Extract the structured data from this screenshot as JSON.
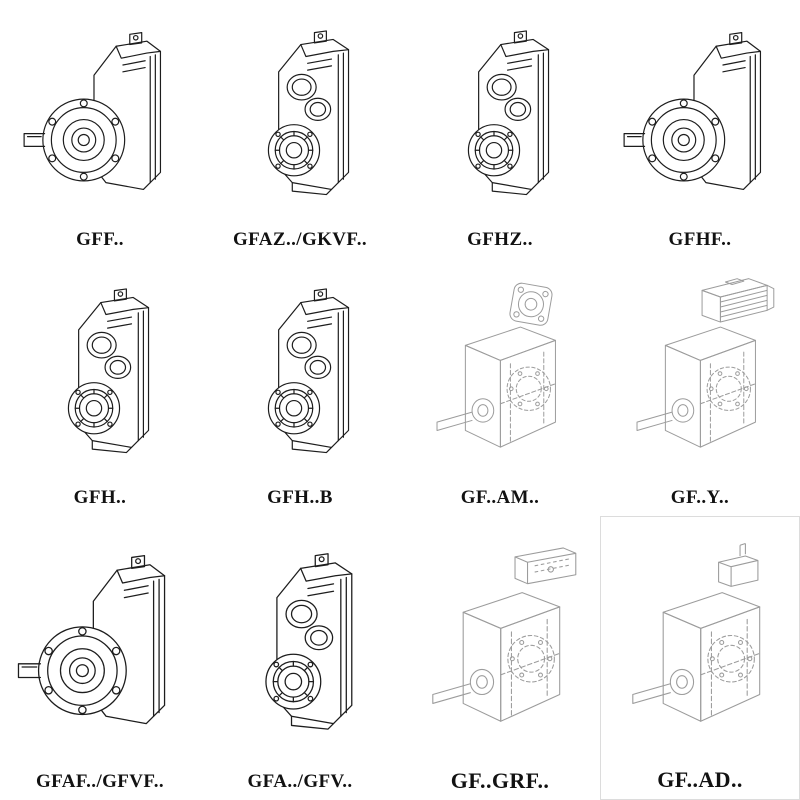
{
  "page": {
    "background": "#ffffff",
    "ink_color": "#1d1d1d",
    "ghost_color": "#9c9c9c"
  },
  "grid": {
    "cells": [
      {
        "label": "GFF..",
        "drawing": "flange-output-gearbox-drawing"
      },
      {
        "label": "GFAZ../GKVF..",
        "drawing": "hollow-shaft-gearbox-drawing"
      },
      {
        "label": "GFHZ..",
        "drawing": "hollow-shaft-gearbox-drawing"
      },
      {
        "label": "GFHF..",
        "drawing": "flange-output-gearbox-drawing"
      },
      {
        "label": "GFH..",
        "drawing": "shaft-mounted-gearbox-drawing"
      },
      {
        "label": "GFH..B",
        "drawing": "shaft-mounted-gearbox-drawing"
      },
      {
        "label": "GF..AM..",
        "drawing": "gearbox-with-motor-flange-drawing"
      },
      {
        "label": "GF..Y..",
        "drawing": "gearbox-with-motor-drawing"
      },
      {
        "label": "GFAF../GFVF..",
        "drawing": "flange-output-gearbox-drawing"
      },
      {
        "label": "GFA../GFV..",
        "drawing": "hollow-shaft-gearbox-drawing"
      },
      {
        "label": "GF..GRF..",
        "drawing": "gearbox-with-cover-drawing"
      },
      {
        "label": "GF..AD..",
        "drawing": "gearbox-with-adapter-drawing"
      }
    ]
  }
}
